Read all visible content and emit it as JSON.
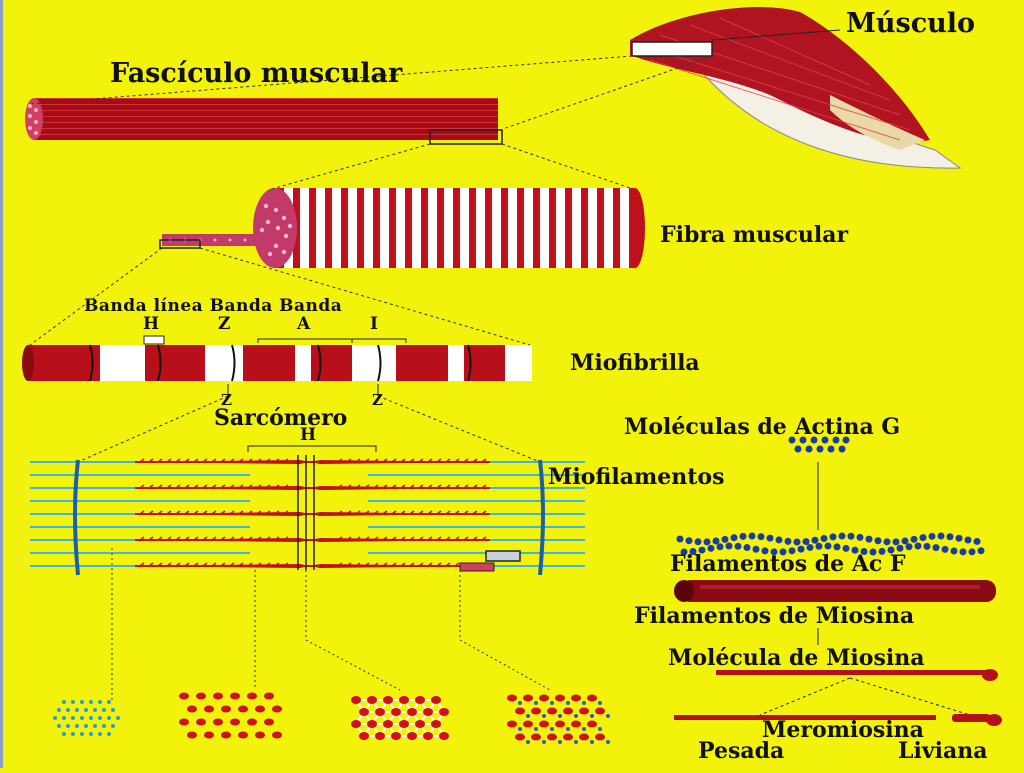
{
  "labels": {
    "musculo": "Músculo",
    "fasciculo": "Fascículo muscular",
    "fibra": "Fibra muscular",
    "banda_linea_banda_banda": "Banda línea Banda Banda",
    "h_top": "H",
    "z_top": "Z",
    "a_top": "A",
    "i_top": "I",
    "miofibrilla": "Miofibrilla",
    "z_left": "Z",
    "z_right": "Z",
    "sarcomero": "Sarcómero",
    "h_sarcomero": "H",
    "miofilamentos": "Miofilamentos",
    "actina_g": "Moléculas de Actina G",
    "filamentos_ac_f": "Filamentos de Ac F",
    "filamentos_miosina": "Filamentos de Miosina",
    "molecula_miosina": "Molécula de Miosina",
    "meromiosina": "Meromiosina",
    "pesada": "Pesada",
    "liviana": "Liviana"
  },
  "colors": {
    "background": "#f2f20a",
    "muscle_red": "#b3101a",
    "stripe_white": "#ffffff",
    "actin_blue": "#1a3c9c",
    "filament_cyan": "#39b6e6"
  }
}
